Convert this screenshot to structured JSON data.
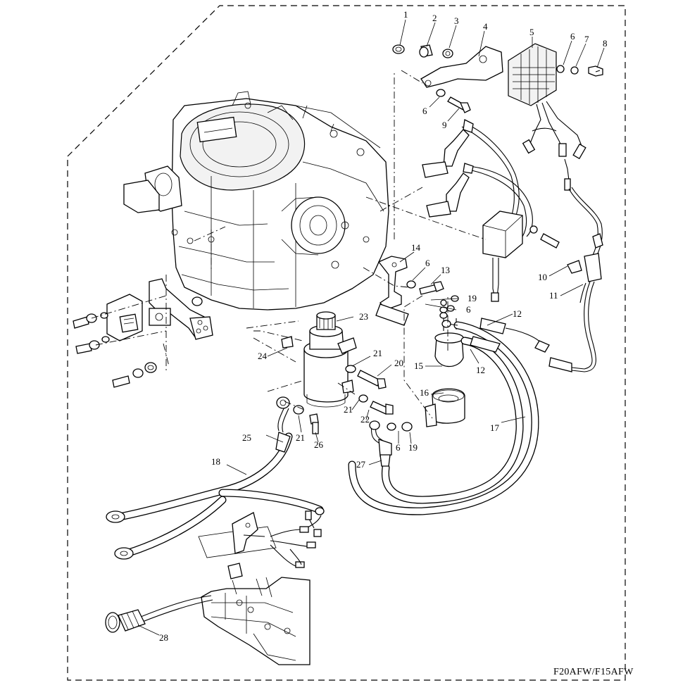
{
  "diagram": {
    "model_label": "F20AFW/F15AFW",
    "callouts": [
      {
        "id": "c1",
        "text": "1"
      },
      {
        "id": "c2",
        "text": "2"
      },
      {
        "id": "c3",
        "text": "3"
      },
      {
        "id": "c4",
        "text": "4"
      },
      {
        "id": "c5",
        "text": "5"
      },
      {
        "id": "c6a",
        "text": "6"
      },
      {
        "id": "c7",
        "text": "7"
      },
      {
        "id": "c8",
        "text": "8"
      },
      {
        "id": "c6b",
        "text": "6"
      },
      {
        "id": "c9",
        "text": "9"
      },
      {
        "id": "c14",
        "text": "14"
      },
      {
        "id": "c6c",
        "text": "6"
      },
      {
        "id": "c13",
        "text": "13"
      },
      {
        "id": "c10",
        "text": "10"
      },
      {
        "id": "c11",
        "text": "11"
      },
      {
        "id": "c19a",
        "text": "19"
      },
      {
        "id": "c6d",
        "text": "6"
      },
      {
        "id": "c12a",
        "text": "12"
      },
      {
        "id": "c23",
        "text": "23"
      },
      {
        "id": "c24",
        "text": "24"
      },
      {
        "id": "c21a",
        "text": "21"
      },
      {
        "id": "c20",
        "text": "20"
      },
      {
        "id": "c15",
        "text": "15"
      },
      {
        "id": "c12b",
        "text": "12"
      },
      {
        "id": "c16",
        "text": "16"
      },
      {
        "id": "c21b",
        "text": "21"
      },
      {
        "id": "c22",
        "text": "22"
      },
      {
        "id": "c17",
        "text": "17"
      },
      {
        "id": "c21c",
        "text": "21"
      },
      {
        "id": "c26",
        "text": "26"
      },
      {
        "id": "c25",
        "text": "25"
      },
      {
        "id": "c6e",
        "text": "6"
      },
      {
        "id": "c19b",
        "text": "19"
      },
      {
        "id": "c18",
        "text": "18"
      },
      {
        "id": "c27",
        "text": "27"
      },
      {
        "id": "c28",
        "text": "28"
      }
    ]
  }
}
